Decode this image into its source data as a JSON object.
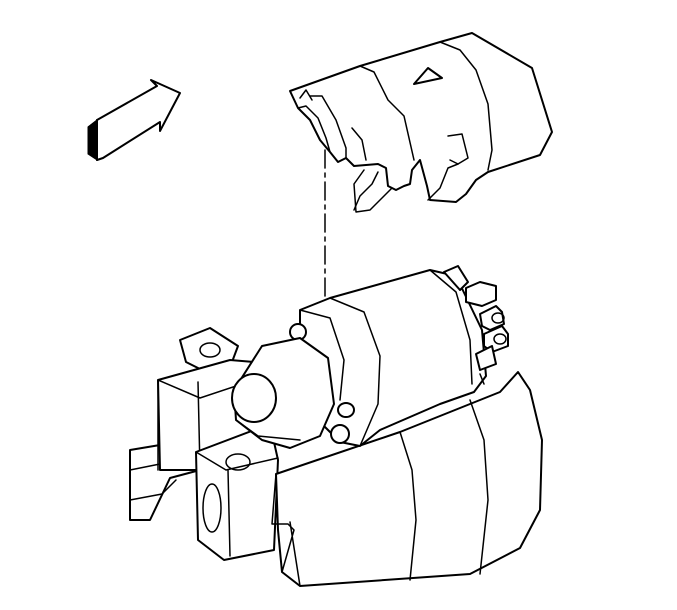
{
  "figure": {
    "background": "#ffffff",
    "line_color": "#000000",
    "components": [
      {
        "key": "direction_arrow",
        "icon": "arrow-up-right-icon"
      },
      {
        "key": "heat_shield",
        "icon": "heat-shield"
      },
      {
        "key": "alignment_line",
        "icon": "dashed-leader-line"
      },
      {
        "key": "starter_motor",
        "icon": "starter-motor"
      },
      {
        "key": "solenoid",
        "icon": "solenoid"
      },
      {
        "key": "terminal_studs",
        "icon": "stud-terminals"
      },
      {
        "key": "mounting_bracket",
        "icon": "engine-bracket"
      }
    ]
  }
}
